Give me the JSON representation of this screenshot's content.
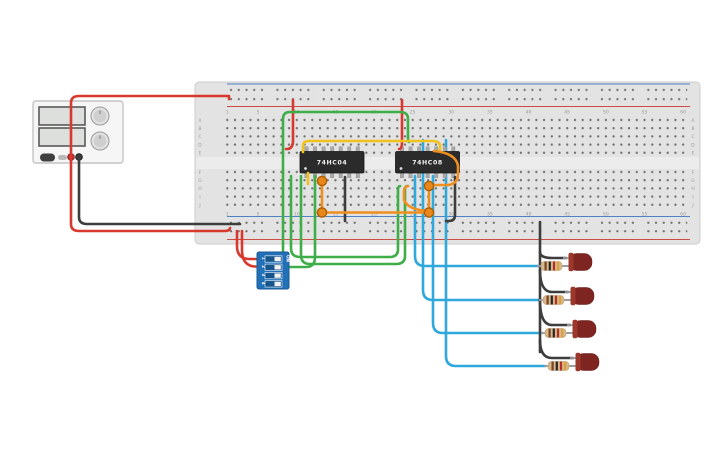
{
  "breadboard": {
    "column_labels": [
      "1",
      "5",
      "10",
      "15",
      "20",
      "25",
      "30",
      "35",
      "40",
      "45",
      "50",
      "55",
      "60"
    ],
    "row_letters_top": [
      "A",
      "B",
      "C",
      "D",
      "E"
    ],
    "row_letters_bottom": [
      "F",
      "G",
      "H",
      "I",
      "J"
    ]
  },
  "ics": [
    {
      "label": "74HC04"
    },
    {
      "label": "74HC08"
    }
  ],
  "dip_switch": {
    "on_label": "ON",
    "switch_labels": [
      "1",
      "2",
      "3",
      "4"
    ]
  },
  "power_supply": {
    "display_values": [
      "",
      ""
    ]
  },
  "leds": {
    "count": 4,
    "body_color": "#7e2522",
    "rim_color": "#9c372c"
  },
  "resistors": {
    "count": 4,
    "body_color": "#d8b98e",
    "band_colors": [
      "#7a4423",
      "#262626",
      "#b23127",
      "#d8a13f"
    ]
  },
  "wire_colors": {
    "red": "#d8382e",
    "black": "#3d3d3d",
    "green": "#3fae49",
    "yellow": "#f2c21c",
    "blue": "#2fa8dc",
    "orange": "#ef8f1f"
  }
}
